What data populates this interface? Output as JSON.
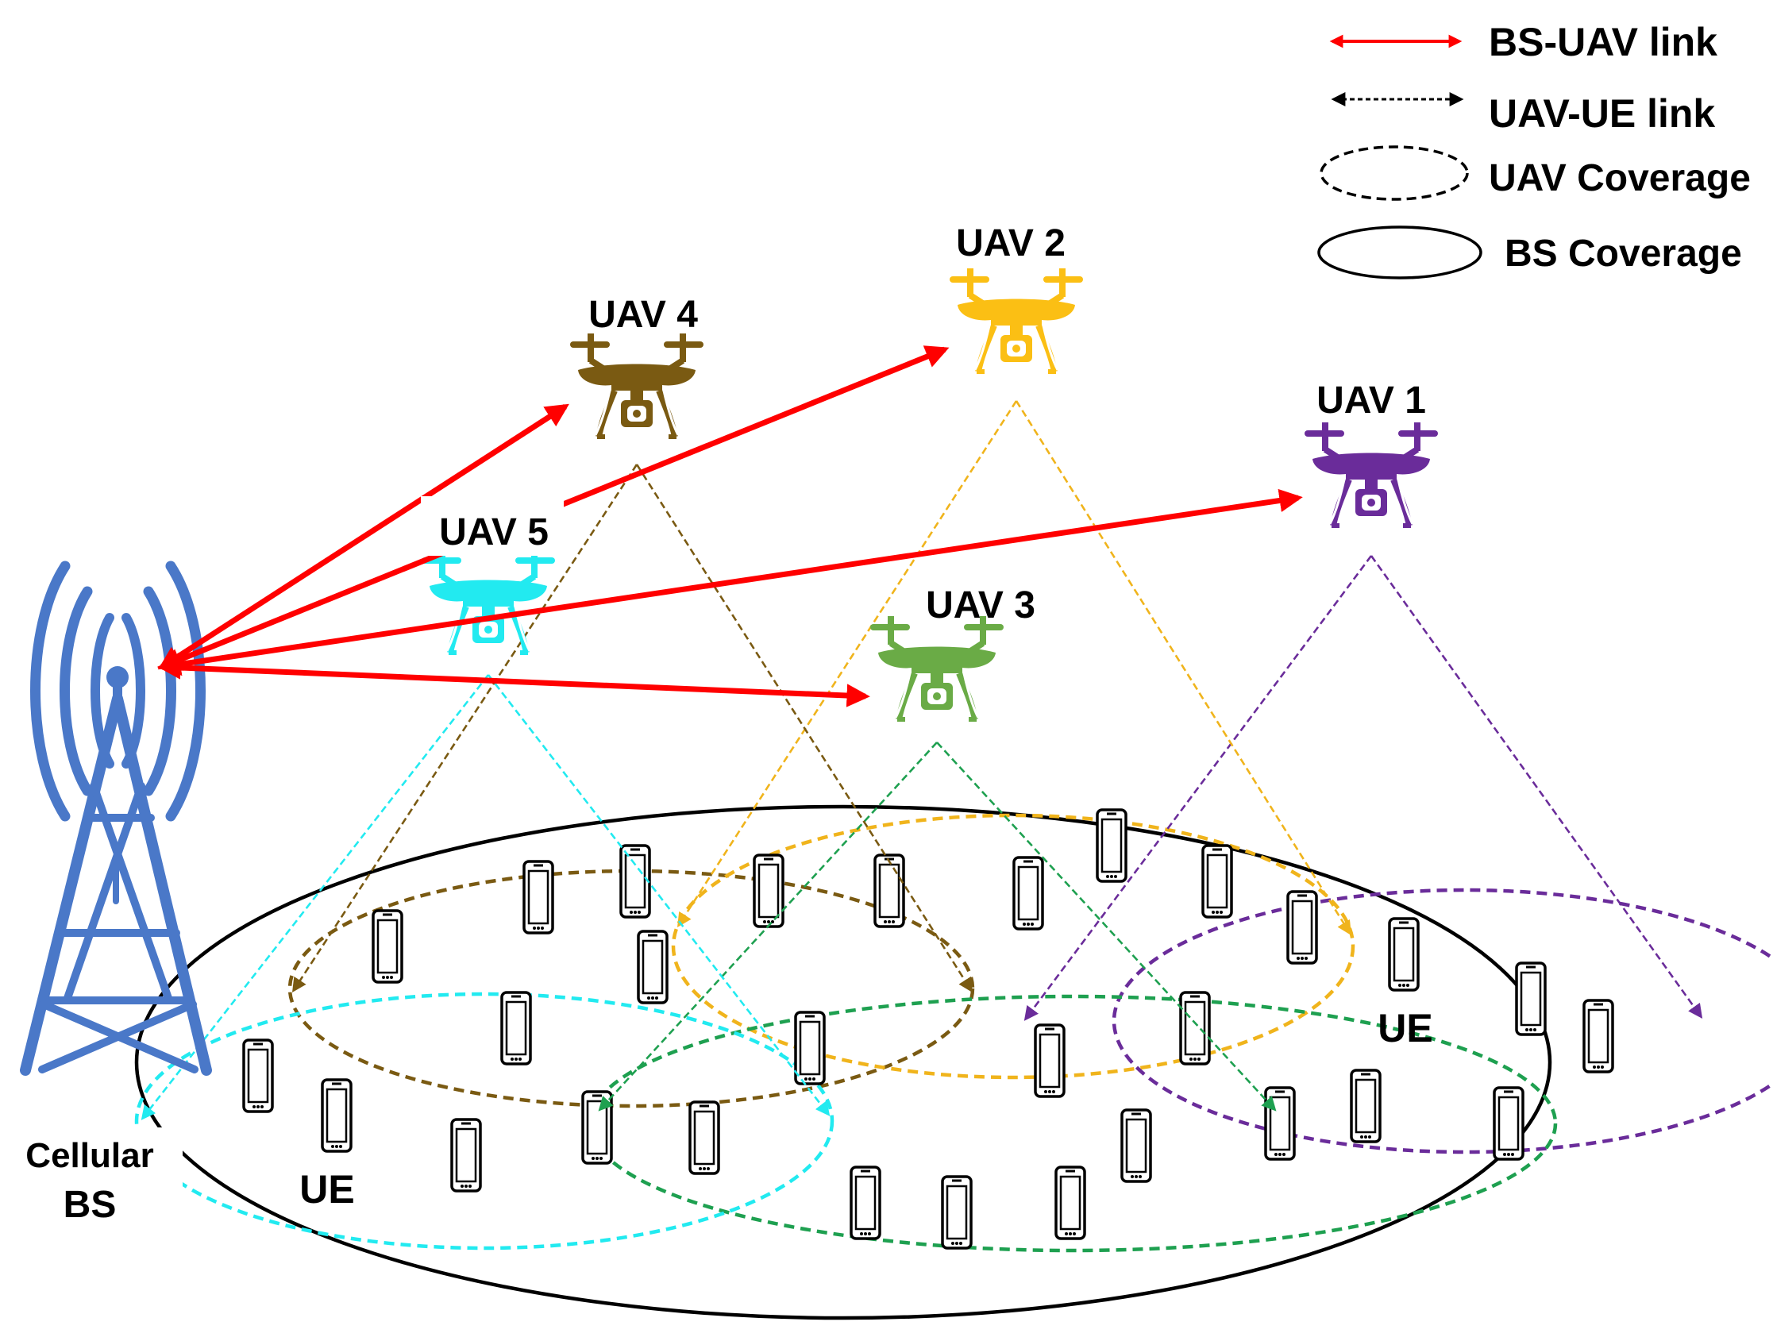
{
  "legend": {
    "bs_uav_link": "BS-UAV link",
    "uav_ue_link": "UAV-UE link",
    "uav_coverage": "UAV Coverage",
    "bs_coverage": "BS Coverage"
  },
  "bs": {
    "label_line1": "Cellular",
    "label_line2": "BS",
    "icon": "cell-tower-icon"
  },
  "uavs": [
    {
      "id": "uav1",
      "label": "UAV 1",
      "color": "#6a2c9a"
    },
    {
      "id": "uav2",
      "label": "UAV 2",
      "color": "#fbbf14"
    },
    {
      "id": "uav3",
      "label": "UAV 3",
      "color": "#6aab46"
    },
    {
      "id": "uav4",
      "label": "UAV 4",
      "color": "#7a5a12"
    },
    {
      "id": "uav5",
      "label": "UAV 5",
      "color": "#22eaf0"
    }
  ],
  "coverage_colors": {
    "uav1": "#6a2c9a",
    "uav2": "#f0b41c",
    "uav3": "#1ea050",
    "uav4": "#7a5a12",
    "uav5": "#22eaf0"
  },
  "link_color": "#ff0000",
  "tower_color": "#4a78c8",
  "ue_labels": [
    "UE",
    "UE"
  ],
  "ue_icon": "smartphone-icon"
}
